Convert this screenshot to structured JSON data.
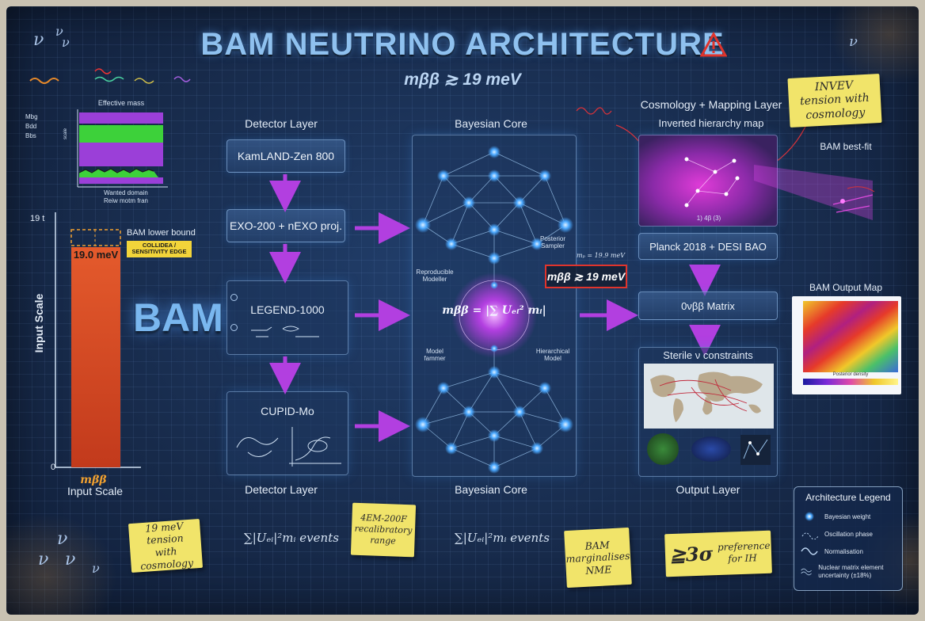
{
  "header": {
    "title": "BAM NEUTRINO ARCHITECTURE",
    "subtitle": "mββ ≳ 19 meV"
  },
  "symbols": {
    "nu": "ν"
  },
  "left": {
    "mini_chart_title": "Effective mass",
    "mini_chart_xlabel": "Wanted domain",
    "mini_chart_xlabel2": "Reiw motm fran",
    "mini_chart_side": [
      "Mbg",
      "Bdd",
      "Bbs"
    ],
    "bar_top_tick": "19 t",
    "bar_zero_tick": "0",
    "bar_value": "19.0 meV",
    "bar_bound_label": "BAM lower bound",
    "bar_badge": "COLLIDEA / SENSITIVITY EDGE",
    "yaxis_label": "Input Scale",
    "xaxis_symbol": "mββ",
    "xaxis_label": "Input Scale",
    "bam_logo": "BAM"
  },
  "detector": {
    "top_label": "Detector Layer",
    "bottom_label": "Detector Layer",
    "boxes": [
      "KamLAND-Zen 800",
      "EXO-200 + nEXO proj.",
      "LEGEND-1000",
      "CUPID-Mo"
    ]
  },
  "core": {
    "top_label": "Bayesian Core",
    "bottom_label": "Bayesian Core",
    "formula": "mββ = |∑ Uₑᵢ² mᵢ|",
    "left_note": "Reproducible Modeller",
    "left_note2": "Model fammer",
    "right_note": "Posterior Sampler",
    "right_note2": "Hierarchical Model",
    "annotation": "mₚ = 19.9 meV",
    "highlight": "mββ ≳ 19 meV"
  },
  "cosmo": {
    "top_label": "Cosmology + Mapping Layer",
    "map_label": "Inverted hierarchy map",
    "map_footer": "1) 4β (3)",
    "planck": "Planck 2018 + DESI BAO",
    "matrix": "0νββ Matrix",
    "sterile_label": "Sterile ν constraints",
    "bottom_label": "Output Layer",
    "best_fit": "BAM best-fit"
  },
  "output_map": {
    "title": "BAM Output Map",
    "colorbar_label": "Posterior density"
  },
  "notes": {
    "top_right": "INVEV tension with cosmology",
    "tension": "19 meV tension with cosmology",
    "sum1": "∑|Uₑᵢ|²mᵢ events",
    "calib": "4EM-200F recalibratory range",
    "sum2": "∑|Uₑᵢ|²mᵢ events",
    "nme": "BAM marginalises NME",
    "sigma_big": "≧3σ",
    "sigma_small": "preference for IH"
  },
  "legend": {
    "title": "Architecture Legend",
    "items": [
      {
        "icon": "node",
        "label": "Bayesian weight"
      },
      {
        "icon": "dashed",
        "label": "Oscillation phase"
      },
      {
        "icon": "wave",
        "label": "Normalisation"
      },
      {
        "icon": "double-wave",
        "label": "Nuclear matrix element uncertainty (±18%)"
      }
    ]
  },
  "colors": {
    "accent_purple": "#b23fe0",
    "bar_orange": "#e2552a",
    "sticky_yellow": "#f1e46a",
    "node_blue": "#4aa8ff",
    "highlight_red": "#e0342c"
  }
}
